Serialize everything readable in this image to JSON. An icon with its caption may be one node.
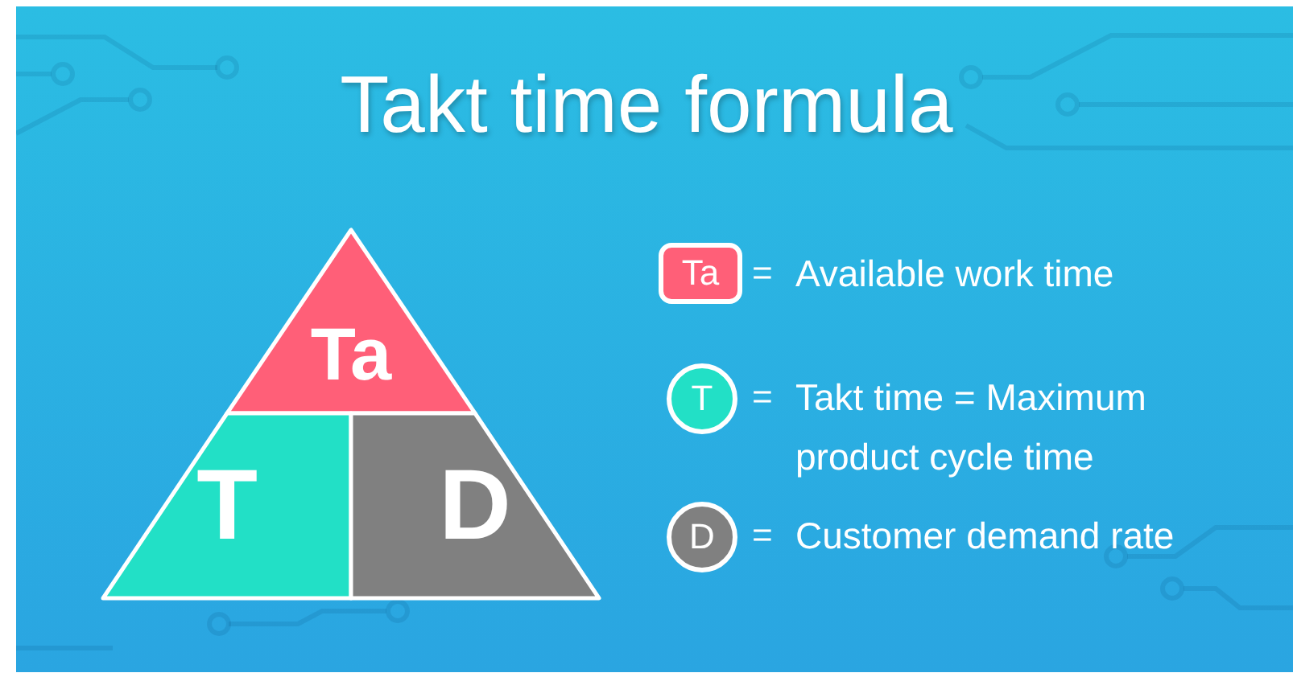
{
  "diagram": {
    "title": "Takt time formula",
    "nodes": [
      {
        "text": [
          "Ta"
        ]
      },
      {
        "text": [
          "T"
        ]
      },
      {
        "text": [
          "D"
        ]
      },
      {
        "text": [
          "Ta"
        ],
        "beside": [
          "=",
          "Available work time"
        ]
      },
      {
        "text": [
          "T"
        ],
        "beside": [
          "=",
          "Takt time = Maximum product cycle time"
        ]
      },
      {
        "text": [
          "D"
        ],
        "beside": [
          "=",
          "Customer demand rate"
        ]
      }
    ]
  }
}
